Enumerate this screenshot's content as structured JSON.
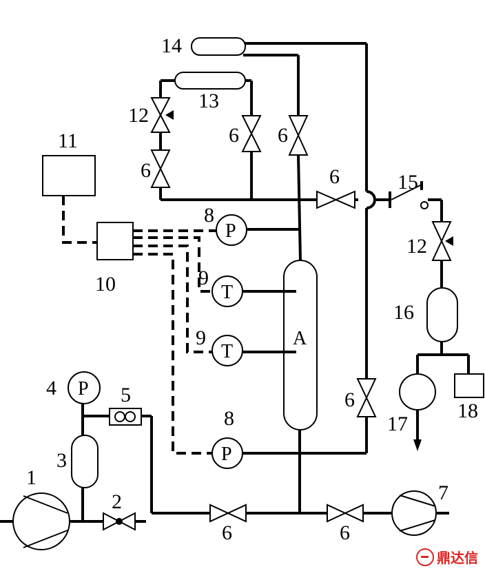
{
  "diagram": {
    "labels": {
      "n1": "1",
      "n2": "2",
      "n3": "3",
      "n4": "4",
      "n5": "5",
      "n6": "6",
      "n7": "7",
      "n8": "8",
      "n9": "9",
      "n10": "10",
      "n11": "11",
      "n12": "12",
      "n13": "13",
      "n14": "14",
      "n15": "15",
      "n16": "16",
      "n17": "17",
      "n18": "18",
      "vessel": "A"
    },
    "symbols": {
      "pressure": "P",
      "temperature": "T"
    }
  },
  "watermark": {
    "text": "鼎达信"
  },
  "colors": {
    "line": "#000000",
    "watermark": "#e02222"
  }
}
